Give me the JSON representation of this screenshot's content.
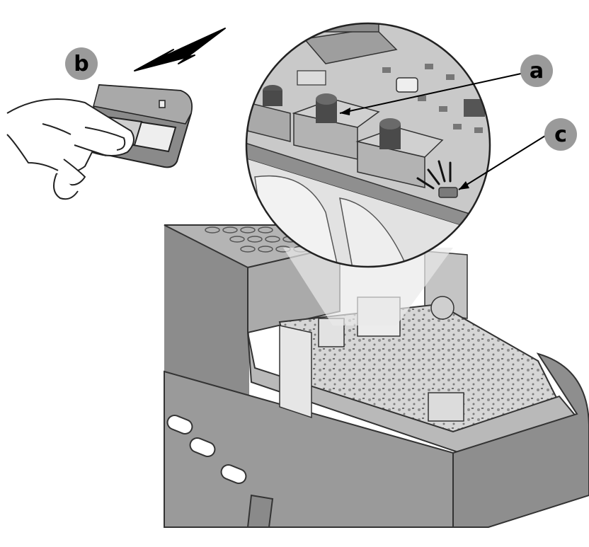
{
  "callouts": [
    {
      "id": "a",
      "label": "a",
      "meaning": "learn-button"
    },
    {
      "id": "b",
      "label": "b",
      "meaning": "remote-transmit"
    },
    {
      "id": "c",
      "label": "c",
      "meaning": "indicator-led"
    }
  ],
  "colors": {
    "callout_fill": "#9a9a9a",
    "housing": "#9c9c9c",
    "housing_dark": "#8a8a8a",
    "board": "#d9d9d9",
    "magnifier_bg": "#bdbdbd",
    "outline": "#2b2b2b"
  },
  "icons": {
    "remote": "remote-control-icon",
    "signal": "lightning-signal-icon",
    "hand": "hand-icon",
    "led_flash": "led-flash-icon"
  }
}
